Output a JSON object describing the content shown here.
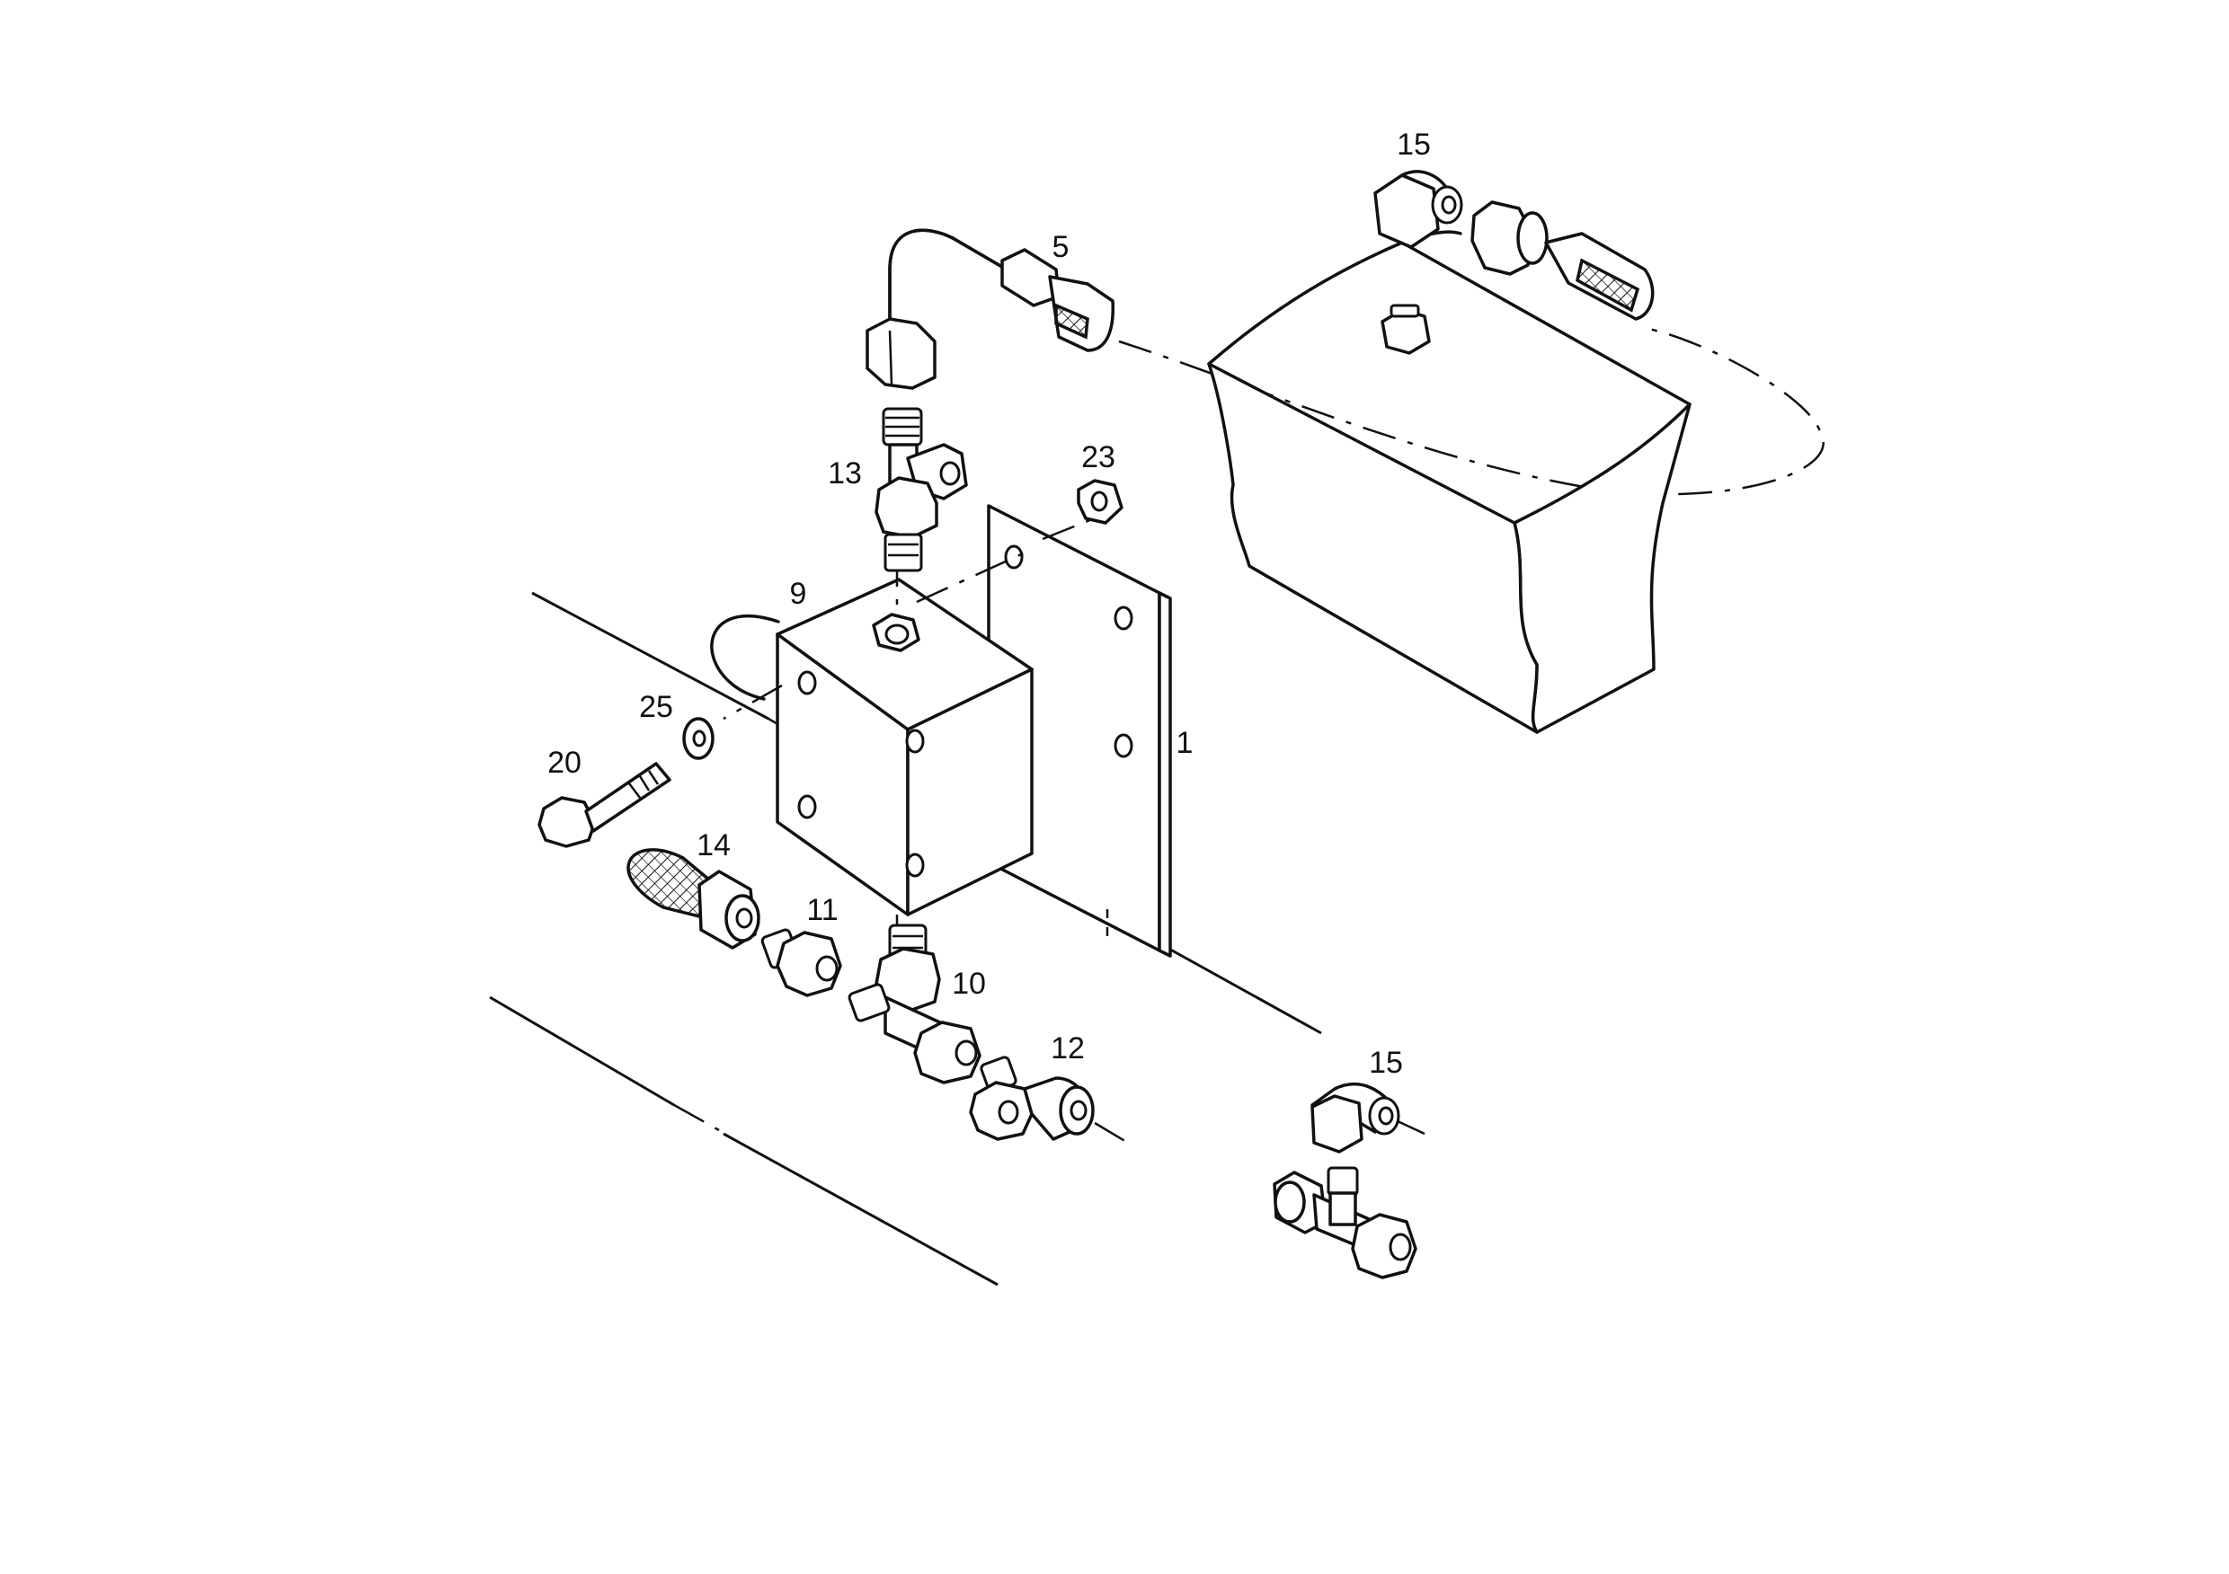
{
  "callouts": [
    {
      "id": "c-15-top",
      "label": "15"
    },
    {
      "id": "c-5",
      "label": "5"
    },
    {
      "id": "c-13",
      "label": "13"
    },
    {
      "id": "c-23",
      "label": "23"
    },
    {
      "id": "c-9",
      "label": "9"
    },
    {
      "id": "c-25",
      "label": "25"
    },
    {
      "id": "c-1",
      "label": "1"
    },
    {
      "id": "c-20",
      "label": "20"
    },
    {
      "id": "c-14",
      "label": "14"
    },
    {
      "id": "c-11",
      "label": "11"
    },
    {
      "id": "c-10",
      "label": "10"
    },
    {
      "id": "c-12",
      "label": "12"
    },
    {
      "id": "c-15-bottom",
      "label": "15"
    }
  ],
  "colors": {
    "ink": "#111111",
    "paper": "#ffffff"
  }
}
